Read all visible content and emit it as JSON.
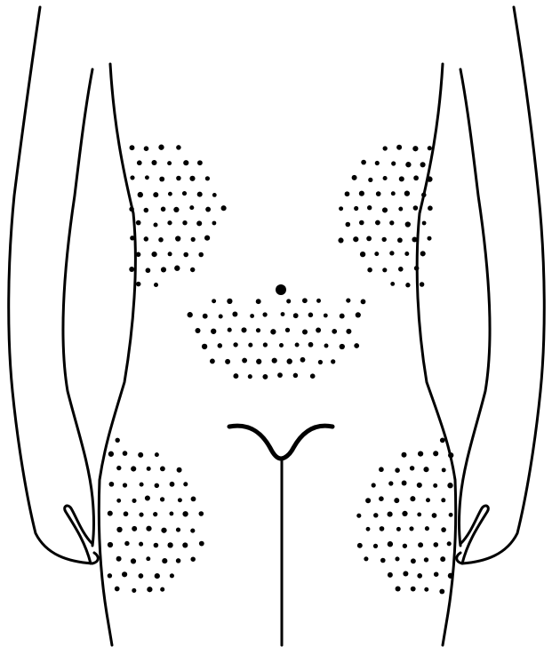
{
  "figure": {
    "colors": {
      "line": "#000000",
      "dots": "#000000",
      "background": "#ffffff"
    },
    "injection_zones": [
      {
        "id": "upper-left-flank"
      },
      {
        "id": "upper-right-flank"
      },
      {
        "id": "lower-abdomen"
      },
      {
        "id": "left-thigh"
      },
      {
        "id": "right-thigh"
      }
    ]
  }
}
